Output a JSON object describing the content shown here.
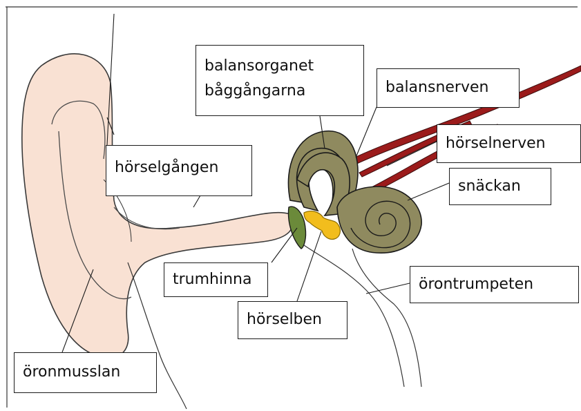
{
  "labels": {
    "balansorganet": "balansorganet",
    "baggangarna": "båggångarna",
    "balansnerven": "balansnerven",
    "horselnerven": "hörselnerven",
    "horselgangen": "hörselgången",
    "snackan": "snäckan",
    "trumhinna": "trumhinna",
    "orontrumpeten": "örontrumpeten",
    "horselben": "hörselben",
    "oronmusslan": "öronmusslan"
  },
  "colors": {
    "outer_ear_skin": "#f9e1d3",
    "inner_ear": "#8f8a5f",
    "eardrum": "#6b8a3a",
    "ossicles": "#f2bd1d",
    "nerve": "#9b1b1b",
    "outline": "#1a1a1a"
  }
}
